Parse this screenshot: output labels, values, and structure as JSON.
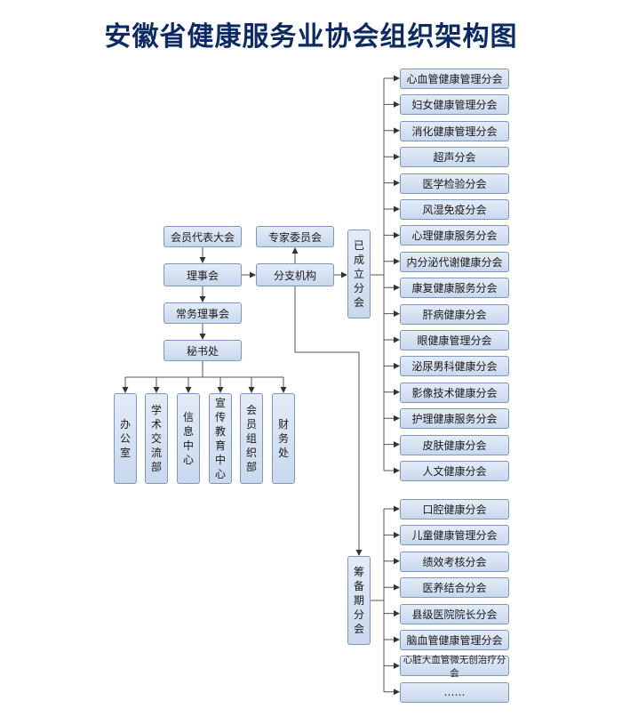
{
  "title": "安徽省健康服务业协会组织架构图",
  "nodes": {
    "congress": "会员代表大会",
    "council": "理事会",
    "standing_council": "常务理事会",
    "secretariat": "秘书处",
    "expert_committee": "专家委员会",
    "branches": "分支机构",
    "established_group": "已成立分会",
    "preparing_group": "筹备期分会"
  },
  "departments": [
    "办公室",
    "学术交流部",
    "信息中心",
    "宣传教育中心",
    "会员组织部",
    "财务处"
  ],
  "established_branches": [
    "心血管健康管理分会",
    "妇女健康管理分会",
    "消化健康管理分会",
    "超声分会",
    "医学检验分会",
    "风湿免疫分会",
    "心理健康服务分会",
    "内分泌代谢健康分会",
    "康复健康服务分会",
    "肝病健康分会",
    "眼健康管理分会",
    "泌尿男科健康分会",
    "影像技术健康分会",
    "护理健康服务分会",
    "皮肤健康分会",
    "人文健康分会"
  ],
  "preparing_branches": [
    "口腔健康分会",
    "儿童健康管理分会",
    "绩效考核分会",
    "医养结合分会",
    "县级医院院长分会",
    "脑血管健康管理分会",
    "心脏大血管微无创治疗分会",
    "……"
  ]
}
